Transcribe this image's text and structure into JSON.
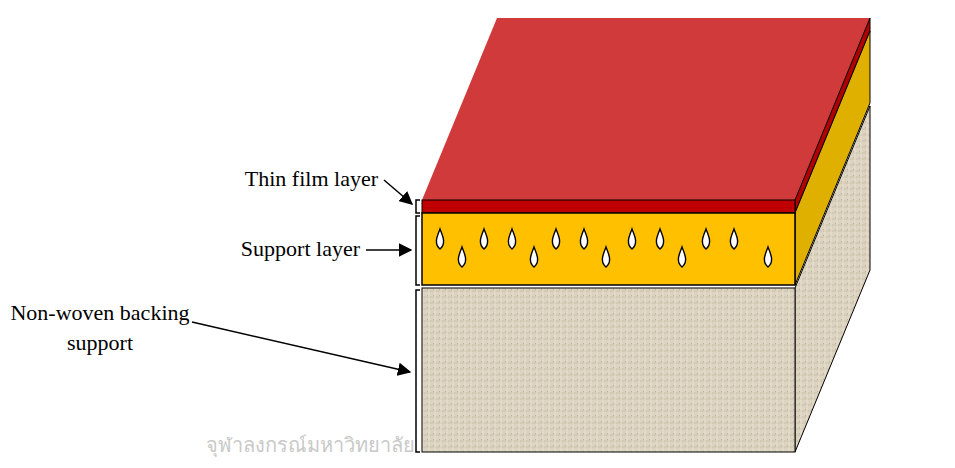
{
  "diagram": {
    "labels": [
      "Thin film layer",
      "Support layer",
      "Non-woven backing support",
      "จุฬาลงกรณ์มหาวิทยาลัย"
    ]
  }
}
